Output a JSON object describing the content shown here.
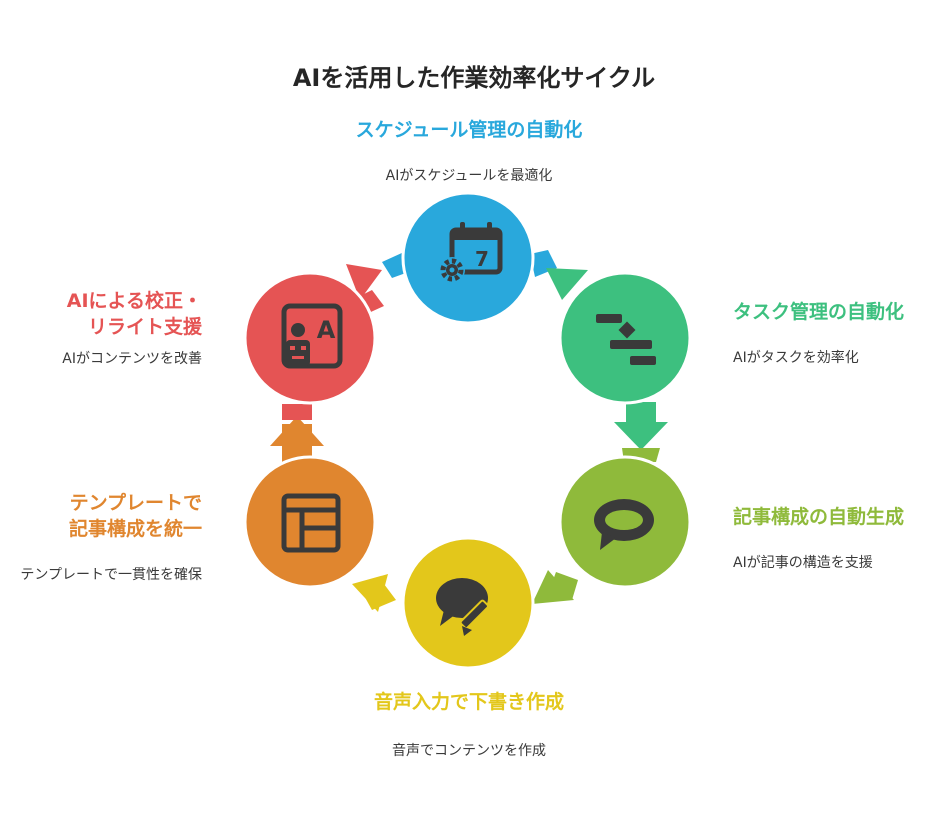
{
  "title": "AIを活用した作業効率化サイクル",
  "steps": [
    {
      "title": "スケジュール管理の自動化",
      "desc": "AIがスケジュールを最適化",
      "color": "#29a8dc",
      "icon": "calendar-gear-icon"
    },
    {
      "title": "タスク管理の自動化",
      "desc": "AIがタスクを効率化",
      "color": "#3dc07f",
      "icon": "gantt-icon"
    },
    {
      "title": "記事構成の自動生成",
      "desc": "AIが記事の構造を支援",
      "color": "#8fba3b",
      "icon": "speech-bubble-icon"
    },
    {
      "title": "音声入力で下書き作成",
      "desc": "音声でコンテンツを作成",
      "color": "#e3c71b",
      "icon": "chat-pencil-icon"
    },
    {
      "title_lines": [
        "テンプレートで",
        "記事構成を統一"
      ],
      "desc": "テンプレートで一貫性を確保",
      "color": "#e0862f",
      "icon": "layout-template-icon"
    },
    {
      "title_lines": [
        "AIによる校正・",
        "リライト支援"
      ],
      "desc": "AIがコンテンツを改善",
      "color": "#e55454",
      "icon": "robot-text-icon"
    }
  ]
}
